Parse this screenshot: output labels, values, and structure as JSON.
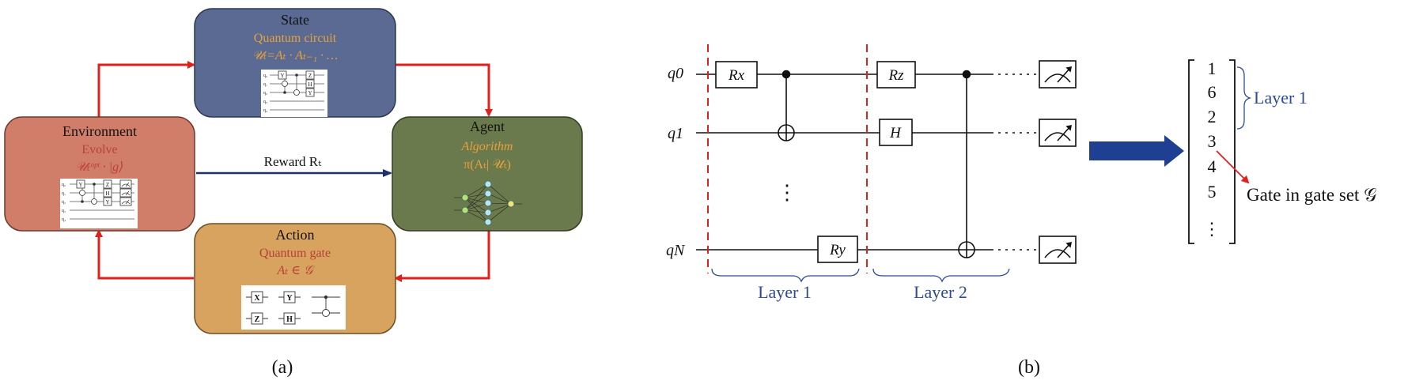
{
  "panel_a": {
    "caption": "(a)",
    "state": {
      "title": "State",
      "line1": "Quantum circuit",
      "line2": "𝒰ₜ=Aₜ · Aₜ₋₁ · …",
      "color": "#5a6a93"
    },
    "environment": {
      "title": "Environment",
      "line1": "Evolve",
      "line2": "𝒰ₜᵒᵖᵗ · |g⟩",
      "color": "#d07e6a"
    },
    "agent": {
      "title": "Agent",
      "line1": "Algorithm",
      "line2": "π(Aₜ| 𝒰ₜ)",
      "color": "#6b7a4c"
    },
    "action": {
      "title": "Action",
      "line1": "Quantum gate",
      "line2": "Aₜ ∈ 𝒢",
      "color": "#d8a35e",
      "gates": [
        "X",
        "Y",
        "Z",
        "H"
      ]
    },
    "reward_label": "Reward  Rₜ",
    "mini_circuit": {
      "qubits": [
        "q₀",
        "q₁",
        "q₂",
        "q₃",
        "q₄"
      ],
      "gates": [
        "Y",
        "Z",
        "H",
        "Y"
      ]
    },
    "arrow_red": "#e0201b",
    "arrow_blue": "#1f2f6b",
    "text_orange": "#e8a13a",
    "text_red": "#b8403b"
  },
  "panel_b": {
    "caption": "(b)",
    "qubits": [
      "q0",
      "q1",
      "qN"
    ],
    "gates": {
      "rx": "Rx",
      "ry": "Ry",
      "rz": "Rz",
      "h": "H"
    },
    "vdots": "⋮",
    "layer1": "Layer 1",
    "layer2": "Layer 2",
    "vector": [
      "1",
      "6",
      "2",
      "3",
      "4",
      "5",
      "⋮"
    ],
    "vector_layer": "Layer 1",
    "gate_set_label": "Gate in gate set 𝒢",
    "layer_color": "#2c4a9a",
    "divider_color": "#e0201b",
    "big_arrow_color": "#1f3f92"
  }
}
